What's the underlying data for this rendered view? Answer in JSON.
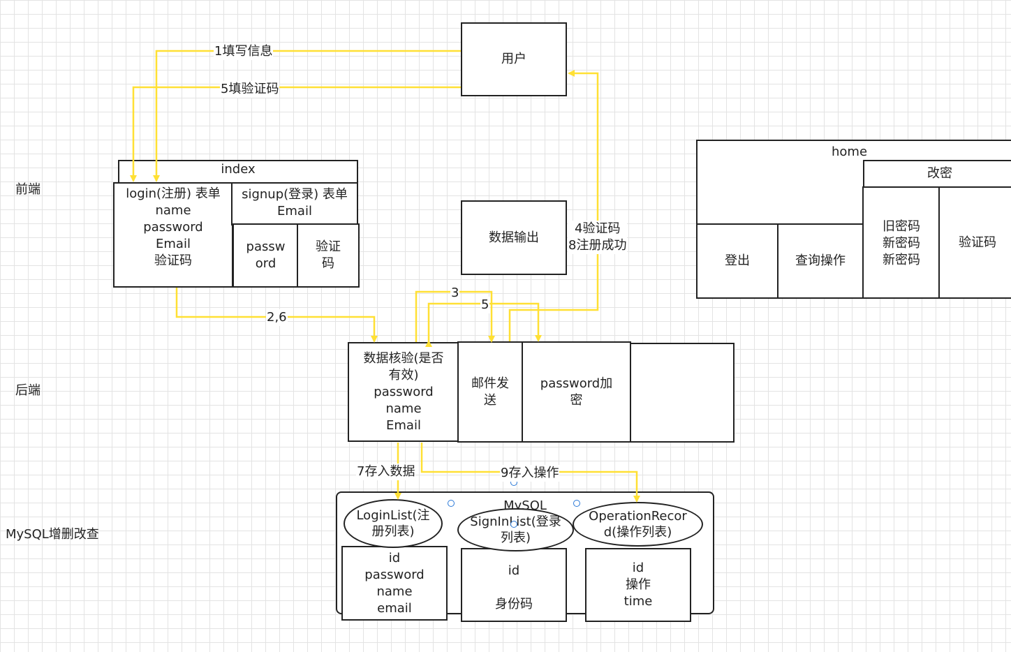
{
  "side_labels": {
    "frontend": "前端",
    "backend": "后端",
    "mysql": "MySQL增删改查"
  },
  "frontend": {
    "user": "用户",
    "index": "index",
    "login_form": "login(注册) 表单\nname\npassword\nEmail\n验证码",
    "signup_form": "signup(登录) 表单\nEmail",
    "signup_password": "passw\nord",
    "signup_code": "验证\n码",
    "data_output": "数据输出"
  },
  "home": {
    "title": "home",
    "change": "改密",
    "logout": "登出",
    "query": "查询操作",
    "passwords": "旧密码\n新密码\n新密码",
    "code": "验证码"
  },
  "backend": {
    "validate": "数据核验(是否\n有效)\npassword\nname\nEmail",
    "mail": "邮件发\n送",
    "encrypt": "password加\n密",
    "empty": ""
  },
  "mysql": {
    "title": "MySQL",
    "login_list": "LoginList(注\n册列表)",
    "login_fields": "id\npassword\nname\nemail",
    "signin_list": "SignInList(登录\n列表)",
    "signin_fields": "id\n\n身份码",
    "op_record": "OperationRecor\nd(操作列表)",
    "op_fields": "id\n操作\ntime"
  },
  "flows": {
    "f1": "1填写信息",
    "f5": "5填验证码",
    "f26": "2,6",
    "f3": "3",
    "f5b": "5",
    "f48": "4验证码\n8注册成功",
    "f7": "7存入数据",
    "f9": "9存入操作"
  },
  "colors": {
    "arrow": "#ffe034",
    "stroke": "#222222",
    "handle": "#2a79d8"
  }
}
